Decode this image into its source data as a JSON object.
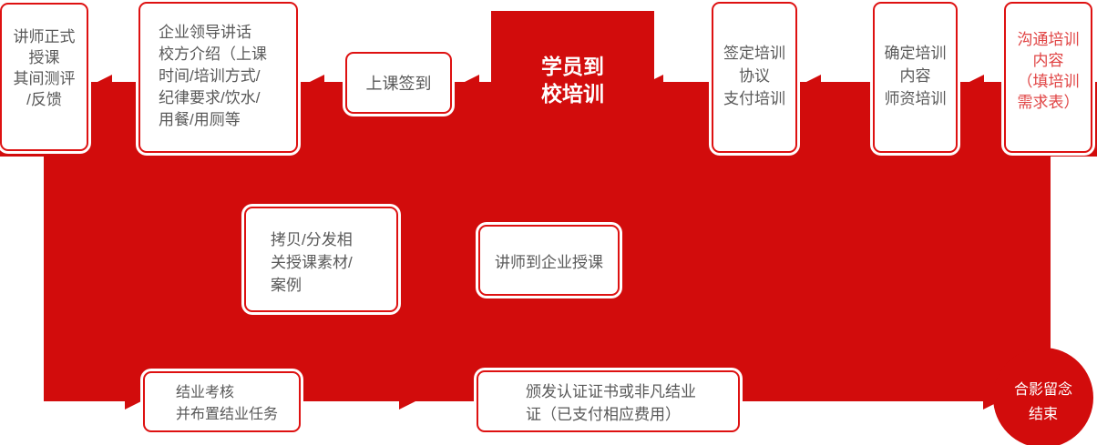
{
  "colors": {
    "primary_red": "#D20C0C",
    "box_border_red": "#DE1111",
    "body_text_gray": "#595959",
    "highlight_text_red": "#E04444",
    "reverse_text": "#FFFFFF"
  },
  "steps": {
    "instructor_formal_teaching": {
      "lines": [
        "讲师正式",
        "授课",
        "其间测评",
        "/反馈"
      ]
    },
    "leader_speech": {
      "lines": [
        "企业领导讲话",
        "校方介绍（上课",
        "时间/培训方式/",
        "纪律要求/饮水/",
        "用餐/用厕等"
      ]
    },
    "class_signin": {
      "lines": [
        "上课签到"
      ]
    },
    "students_arrive_school": {
      "lines": [
        "学员到",
        "校培训"
      ]
    },
    "sign_agreement": {
      "lines": [
        "签定培训",
        "协议",
        "支付培训"
      ]
    },
    "confirm_content": {
      "lines": [
        "确定培训",
        "内容",
        "师资培训"
      ]
    },
    "communicate_content": {
      "lines": [
        "沟通培训",
        "内容",
        "（填培训",
        "需求表）"
      ]
    },
    "copy_materials": {
      "lines": [
        "拷贝/分发相",
        "关授课素材/",
        "案例"
      ]
    },
    "instructor_to_company": {
      "lines": [
        "讲师到企业授课"
      ]
    },
    "final_assessment": {
      "lines": [
        "结业考核",
        "并布置结业任务"
      ]
    },
    "issue_certificates": {
      "lines": [
        "颁发认证证书或非凡结业",
        "证（已支付相应费用）"
      ]
    },
    "group_photo_end": {
      "lines": [
        "合影留念",
        "结束"
      ]
    }
  }
}
